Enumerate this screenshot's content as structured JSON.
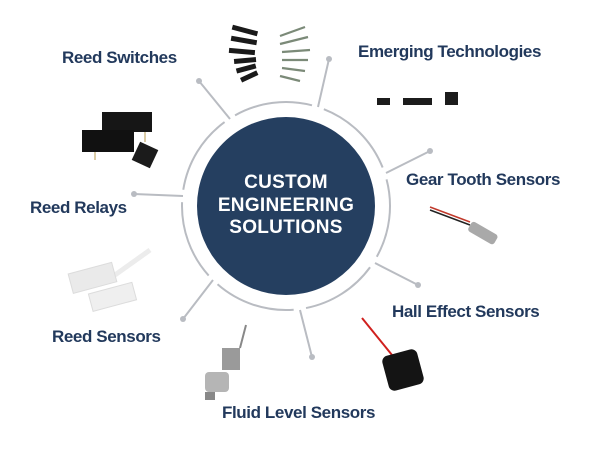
{
  "center": {
    "lines": [
      "CUSTOM",
      "ENGINEERING",
      "SOLUTIONS"
    ]
  },
  "categories": [
    {
      "label": "Reed Switches",
      "icon": "reed-switch-icon"
    },
    {
      "label": "Emerging Technologies",
      "icon": "chip-icon"
    },
    {
      "label": "Gear Tooth Sensors",
      "icon": "gear-tooth-sensor-icon"
    },
    {
      "label": "Reed Relays",
      "icon": "reed-relay-icon"
    },
    {
      "label": "Hall Effect Sensors",
      "icon": "hall-effect-sensor-icon"
    },
    {
      "label": "Reed Sensors",
      "icon": "reed-sensor-icon"
    },
    {
      "label": "Fluid Level Sensors",
      "icon": "fluid-level-sensor-icon"
    }
  ],
  "colors": {
    "navy": "#253f60",
    "label": "#22395c",
    "line": "#b9bcc2"
  }
}
